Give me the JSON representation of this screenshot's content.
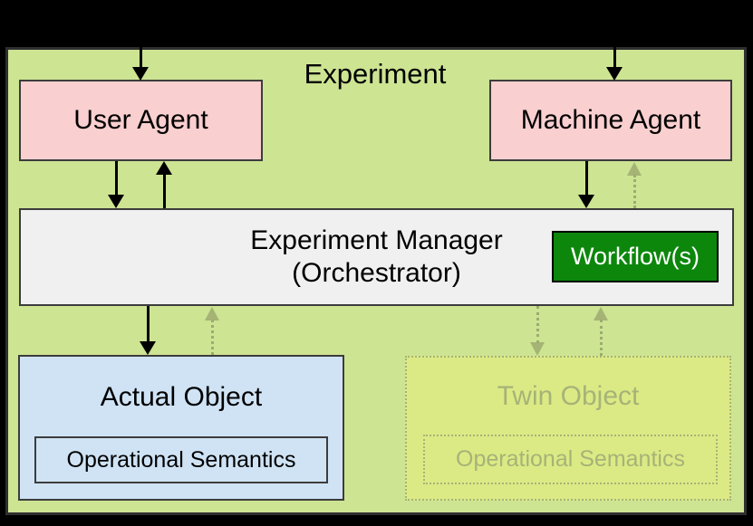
{
  "diagram": {
    "title": "Experiment",
    "nodes": {
      "user_agent": {
        "label": "User Agent"
      },
      "machine_agent": {
        "label": "Machine Agent"
      },
      "manager": {
        "label_line1": "Experiment Manager",
        "label_line2": "(Orchestrator)"
      },
      "workflow": {
        "label": "Workflow(s)"
      },
      "actual_object": {
        "label": "Actual Object",
        "inner_label": "Operational Semantics"
      },
      "twin_object": {
        "label": "Twin Object",
        "inner_label": "Operational Semantics"
      }
    },
    "arrows": [
      {
        "from": "external",
        "to": "user_agent",
        "style": "solid",
        "direction": "down"
      },
      {
        "from": "external",
        "to": "machine_agent",
        "style": "solid",
        "direction": "down"
      },
      {
        "from": "user_agent",
        "to": "manager",
        "style": "solid",
        "direction": "down"
      },
      {
        "from": "manager",
        "to": "user_agent",
        "style": "solid",
        "direction": "up"
      },
      {
        "from": "machine_agent",
        "to": "manager",
        "style": "solid",
        "direction": "down"
      },
      {
        "from": "manager",
        "to": "machine_agent",
        "style": "dotted",
        "direction": "up"
      },
      {
        "from": "manager",
        "to": "actual_object",
        "style": "solid",
        "direction": "down"
      },
      {
        "from": "actual_object",
        "to": "manager",
        "style": "dotted",
        "direction": "up"
      },
      {
        "from": "manager",
        "to": "twin_object",
        "style": "dotted",
        "direction": "down"
      },
      {
        "from": "twin_object",
        "to": "manager",
        "style": "dotted",
        "direction": "up"
      }
    ]
  },
  "colors": {
    "background": "#000000",
    "canvas_fill": "#cde493",
    "canvas_border": "#2f2f2f",
    "agent_fill": "#f9cfcf",
    "node_border": "#3c3c3c",
    "manager_fill": "#f0f0f0",
    "workflow_fill": "#0c870c",
    "workflow_border": "#000000",
    "workflow_text": "#ffffff",
    "actual_fill": "#cfe3f5",
    "twin_fill": "#dcea85",
    "twin_stroke": "#a6b378",
    "text_color": "#000000",
    "arrow_color": "#000000",
    "dotted_color": "#9dab70"
  }
}
